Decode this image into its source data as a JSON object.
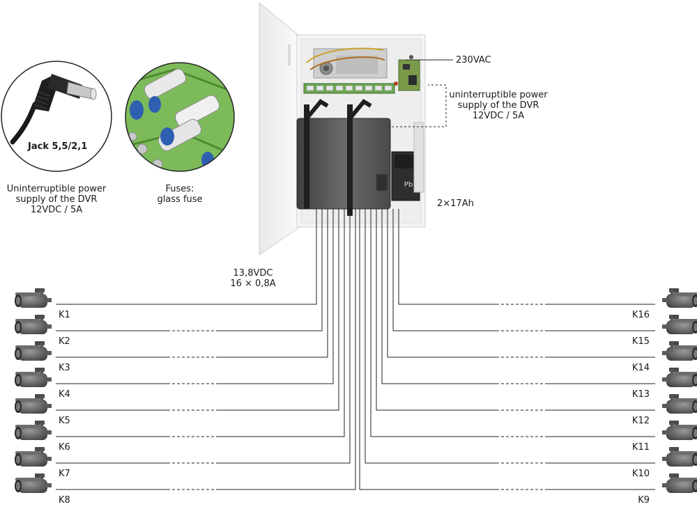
{
  "labels": {
    "mains": "230VAC",
    "ups_note": [
      "uninterruptible power",
      "supply of the DVR",
      "12VDC / 5A"
    ],
    "battery": "2×17Ah",
    "output": [
      "13,8VDC",
      "16 × 0,8A"
    ],
    "jack_caption": "Jack 5,5/2,1",
    "left_caption": [
      "Uninterruptible power",
      "supply of the DVR",
      "12VDC / 5A"
    ],
    "fuses_caption": [
      "Fuses:",
      "glass fuse"
    ],
    "battery_marking": "Pb"
  },
  "cameras_left": [
    "K1",
    "K2",
    "K3",
    "K4",
    "K5",
    "K6",
    "K7",
    "K8"
  ],
  "cameras_right": [
    "K16",
    "K15",
    "K14",
    "K13",
    "K12",
    "K11",
    "K10",
    "K9"
  ],
  "icons": [
    "cctv-camera-icon",
    "dc-jack-plug-icon",
    "glass-fuse-icon"
  ],
  "colors": {
    "line": "#222222",
    "cabinet": "#f2f2f2",
    "dvr": "#555555",
    "pcb": "#6aa84f"
  }
}
